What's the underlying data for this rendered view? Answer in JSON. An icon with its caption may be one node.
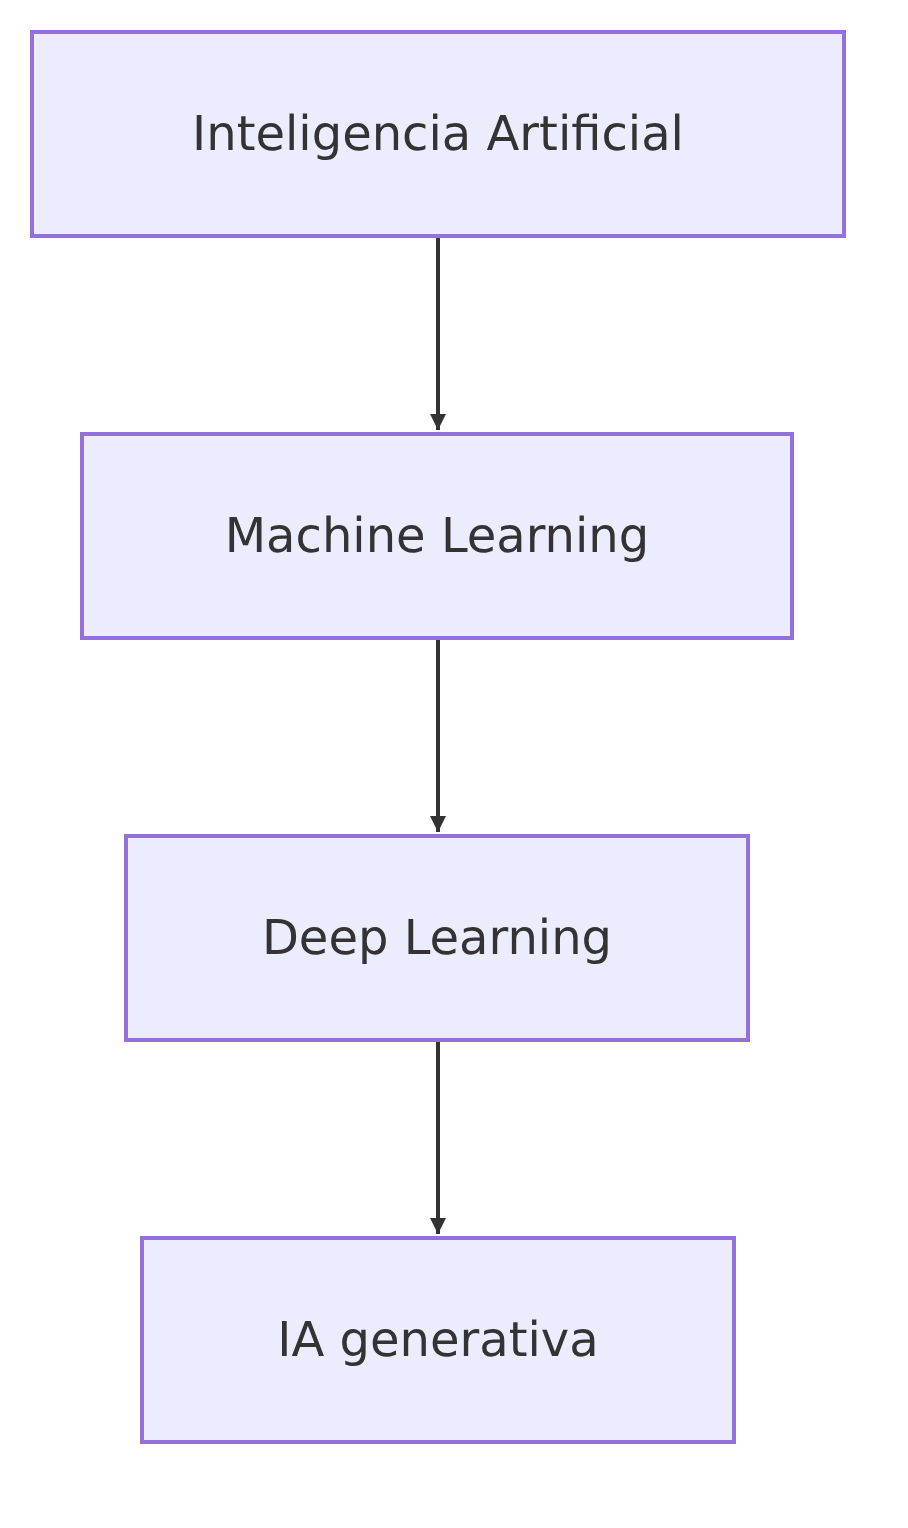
{
  "diagram": {
    "nodes": [
      {
        "text": [
          "Inteligencia Artificial"
        ]
      },
      {
        "text": [
          "Machine Learning"
        ]
      },
      {
        "text": [
          "Deep Learning"
        ]
      },
      {
        "text": [
          "IA generativa"
        ]
      }
    ],
    "edges": [
      {
        "from": 0,
        "to": 1,
        "arrow": "to"
      },
      {
        "from": 1,
        "to": 2,
        "arrow": "to"
      },
      {
        "from": 2,
        "to": 3,
        "arrow": "to"
      }
    ]
  }
}
